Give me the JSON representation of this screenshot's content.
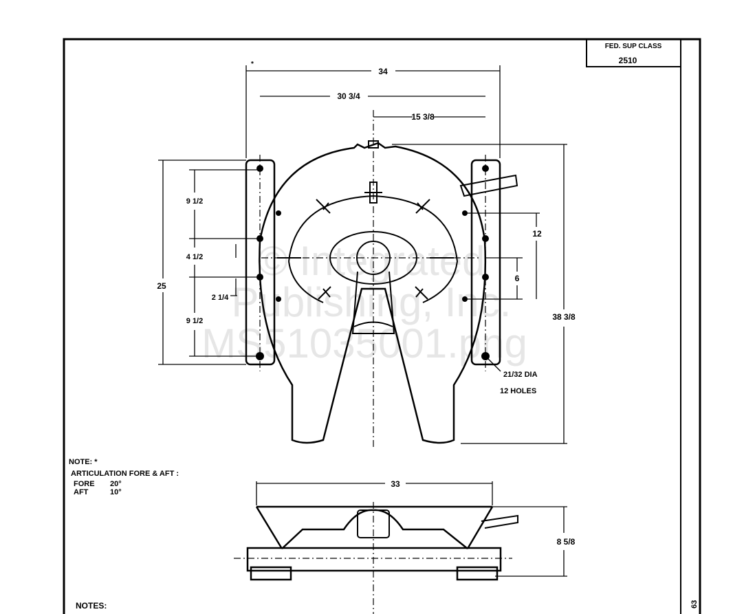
{
  "title_block": {
    "label": "FED. SUP CLASS",
    "value": "2510"
  },
  "dimensions": {
    "overall_width": "34",
    "hole_span": "30 3/4",
    "half_span": "15 3/8",
    "overall_height": "38 3/8",
    "plate_height": "25",
    "upper_spacing": "9 1/2",
    "mid_spacing": "4 1/2",
    "offset": "2 1/4",
    "lower_spacing": "9 1/2",
    "right_upper": "12",
    "right_lower": "6",
    "hole_dia": "21/32 DIA",
    "hole_count": "12 HOLES",
    "base_width": "33",
    "side_height": "8 5/8"
  },
  "note": {
    "heading": "NOTE: *",
    "line1": "ARTICULATION  FORE & AFT :",
    "fore_label": "FORE",
    "fore_value": "20°",
    "aft_label": "AFT",
    "aft_value": "10°"
  },
  "notes_heading": "NOTES:",
  "sheet_ref": "63",
  "watermark": {
    "line1": "© Integrated",
    "line2": "Publishing, Inc.",
    "line3": "MS51035001.png"
  },
  "marker": "*"
}
